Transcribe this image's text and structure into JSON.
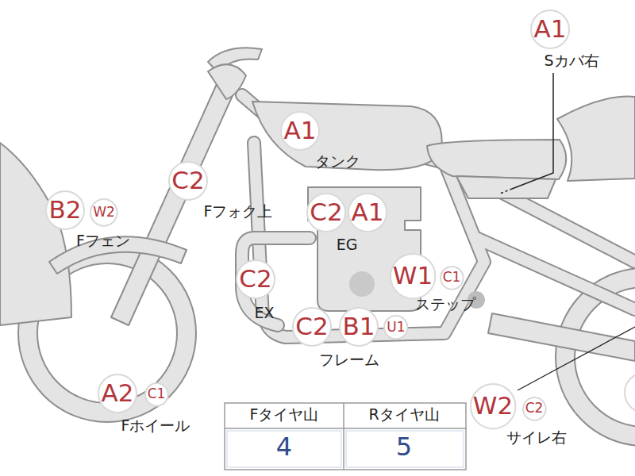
{
  "diagram": {
    "nodes": [
      {
        "text": [
          "A1"
        ]
      },
      {
        "text": [
          "A1"
        ]
      },
      {
        "text": [
          "C2"
        ]
      },
      {
        "text": [
          "B2"
        ]
      },
      {
        "text": [
          "W2"
        ]
      },
      {
        "text": [
          "C2"
        ]
      },
      {
        "text": [
          "A1"
        ]
      },
      {
        "text": [
          "C2"
        ]
      },
      {
        "text": [
          "W1"
        ]
      },
      {
        "text": [
          "C1"
        ]
      },
      {
        "text": [
          "C2"
        ]
      },
      {
        "text": [
          "B1"
        ]
      },
      {
        "text": [
          "U1"
        ]
      },
      {
        "text": [
          "A2"
        ]
      },
      {
        "text": [
          "C1"
        ]
      },
      {
        "text": [
          "W2"
        ]
      },
      {
        "text": [
          "C2"
        ]
      }
    ],
    "labels": [
      "Sカバ右",
      "タンク",
      "Fフォク上",
      "Fフェン",
      "EG",
      "EX",
      "ステップ",
      "フレーム",
      "Fホイール",
      "サイレ右",
      "Fタイヤ山",
      "Rタイヤ山",
      "4",
      "5"
    ]
  }
}
